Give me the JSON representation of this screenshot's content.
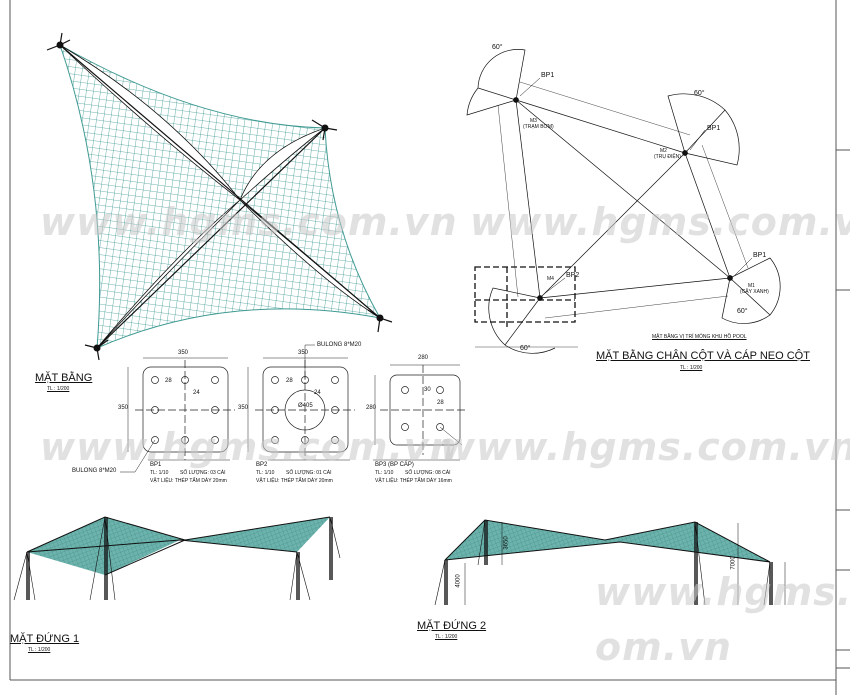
{
  "colors": {
    "membrane": "#3f9a93",
    "line": "#111111",
    "watermark": "#d0d0d0"
  },
  "plan": {
    "title": "MẶT BẰNG",
    "scale": "TL : 1/200"
  },
  "column_plan": {
    "title": "MẶT BẰNG CHÂN CỘT VÀ CÁP NEO CỘT",
    "scale": "TL : 1/200",
    "subtitle": "MẶT BẰNG VỊ TRÍ MÓNG KHU HỒ POOL",
    "labels": {
      "bp1": "BP1",
      "bp2": "BP2",
      "m1": "M1",
      "m1_sub": "(CÂY XANH)",
      "m2": "M2",
      "m2_sub": "(TRỤ ĐIỆN)",
      "m3": "M3",
      "m3_sub": "(TRẠM BƠM)",
      "m4": "M4",
      "angle": "60°"
    }
  },
  "base_plates": [
    {
      "name": "BP1",
      "width": "350",
      "height": "350",
      "dim_a": "28",
      "dim_b": "24",
      "scale": "TL: 1/10",
      "quantity": "SỐ LƯỢNG: 03 CÁI",
      "material": "VẬT LIỆU: THÉP TẤM DÀY 20mm",
      "bolt": "BULONG 8*M20"
    },
    {
      "name": "BP2",
      "width": "350",
      "height": "350",
      "dim_a": "28",
      "dim_b": "24",
      "diameter": "Ø405",
      "scale": "TL: 1/10",
      "quantity": "SỐ LƯỢNG: 01 CÁI",
      "material": "VẬT LIỆU: THÉP TẤM DÀY 20mm",
      "bolt": "BULONG 8*M20"
    },
    {
      "name": "BP3 (BP CÁP)",
      "width": "280",
      "height": "280",
      "dim_a": "30",
      "dim_b": "28",
      "scale": "TL: 1/10",
      "quantity": "SỐ LƯỢNG: 08 CÁI",
      "material": "VẬT LIỆU: THÉP TẤM DÀY 16mm"
    }
  ],
  "elevation1": {
    "title": "MẶT ĐỨNG 1",
    "scale": "TL : 1/200"
  },
  "elevation2": {
    "title": "MẶT ĐỨNG 2",
    "scale": "TL : 1/200",
    "dims": [
      "4000",
      "3650",
      "7000"
    ]
  },
  "watermark": "www.hgms.com.vn",
  "watermark_partial": "om.vn"
}
